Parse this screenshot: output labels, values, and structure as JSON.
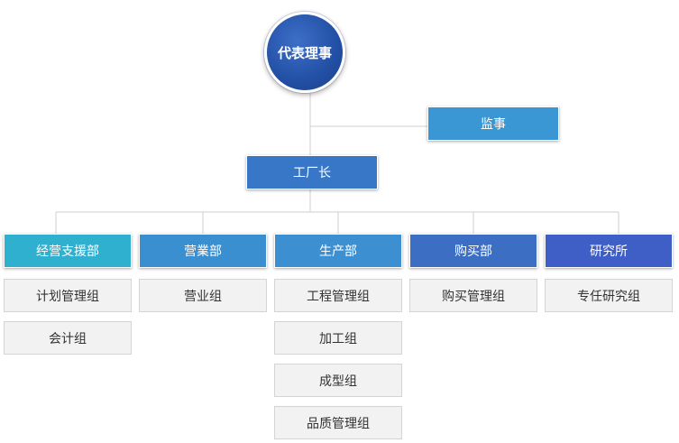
{
  "chart": {
    "ceo": "代表理事",
    "auditor": "监事",
    "plant_manager": "工厂长"
  },
  "departments": [
    {
      "name": "经营支援部",
      "color": "#2fb0cf",
      "teams": [
        "计划管理组",
        "会计组"
      ]
    },
    {
      "name": "营業部",
      "color": "#3a8fd1",
      "teams": [
        "营业组"
      ]
    },
    {
      "name": "生产部",
      "color": "#3c8fd0",
      "teams": [
        "工程管理组",
        "加工组",
        "成型组",
        "品质管理组"
      ]
    },
    {
      "name": "购买部",
      "color": "#3c6fc4",
      "teams": [
        "购买管理组"
      ]
    },
    {
      "name": "研究所",
      "color": "#3f5ec6",
      "teams": [
        "专任研究组"
      ]
    }
  ]
}
